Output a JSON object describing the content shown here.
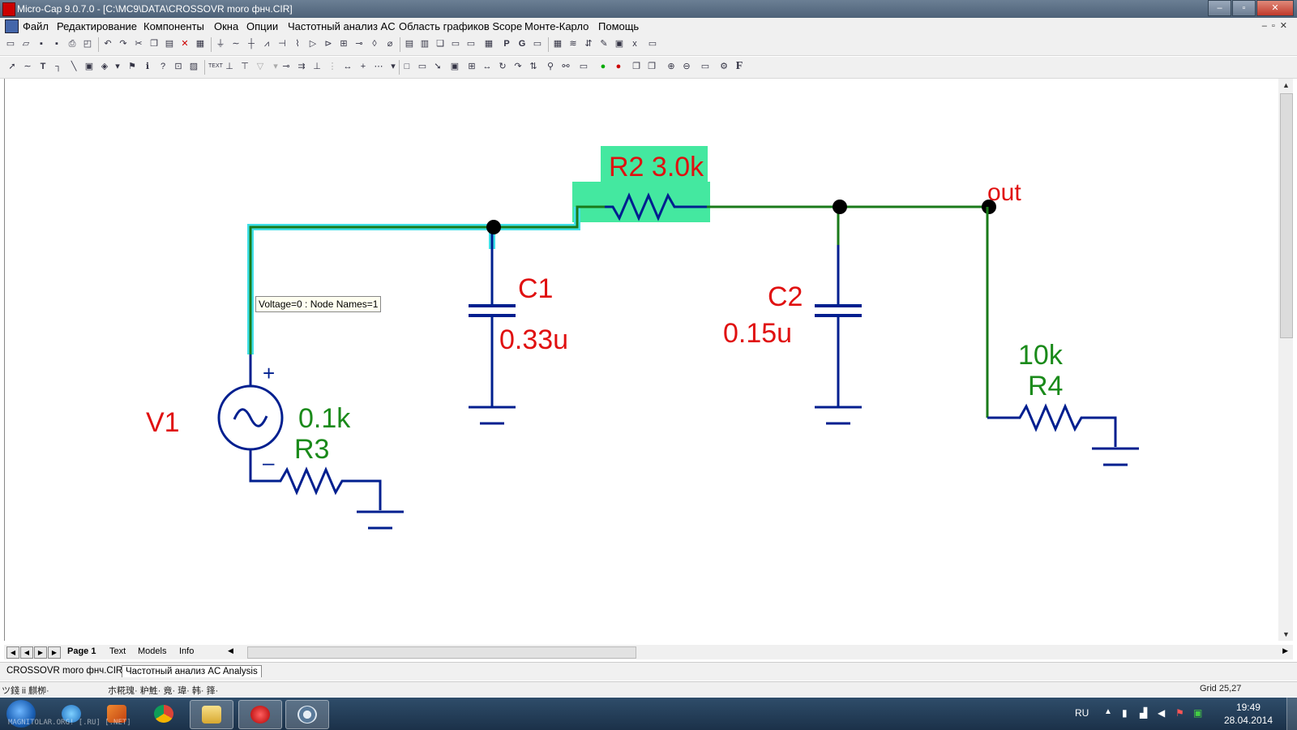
{
  "window": {
    "title": "Micro-Cap 9.0.7.0 - [C:\\MC9\\DATA\\CROSSOVR moro фнч.CIR]",
    "controls": [
      "–",
      "▫",
      "✕"
    ]
  },
  "menu": [
    "Файл",
    "Редактирование",
    "Компоненты",
    "Окна",
    "Опции",
    "Частотный анализ AC",
    "Область графиков Scope",
    "Монте-Карло",
    "Помощь"
  ],
  "toolbar2_text_button": "F",
  "schematic": {
    "tooltip": "Voltage=0 : Node Names=1",
    "labels": {
      "r2": "R2 3.0k",
      "out": "out",
      "c1": "C1",
      "c1_value": "0.33u",
      "c2": "C2",
      "c2_value": "0.15u",
      "r4_value": "10k",
      "r4": "R4",
      "v1": "V1",
      "r3_value": "0.1k",
      "r3": "R3",
      "plus": "+",
      "minus": "–"
    },
    "colors": {
      "wire_green": "#1a7a1a",
      "wire_blue": "#001f8f",
      "label_red": "#e01010",
      "label_green": "#1a8a1a",
      "highlight": "#44e8a0",
      "select_cyan": "#40e0e8"
    }
  },
  "pagebar": {
    "tabs": [
      "Page 1",
      "Text",
      "Models",
      "Info"
    ]
  },
  "doc_tabs": [
    "CROSSOVR moro фнч.CIR",
    "Частотный анализ AC Analysis"
  ],
  "status": {
    "left": "ツ錢 ii 麒栁·",
    "middle": "朩糀瑰· 粐鮏· 竟· 瑋· 韩· 箨·",
    "grid": "Grid 25,27"
  },
  "taskbar": {
    "lang": "RU",
    "time": "19:49",
    "date": "28.04.2014",
    "watermark": "MAGNITOLAR.ORG! [.RU] [.NET]"
  }
}
